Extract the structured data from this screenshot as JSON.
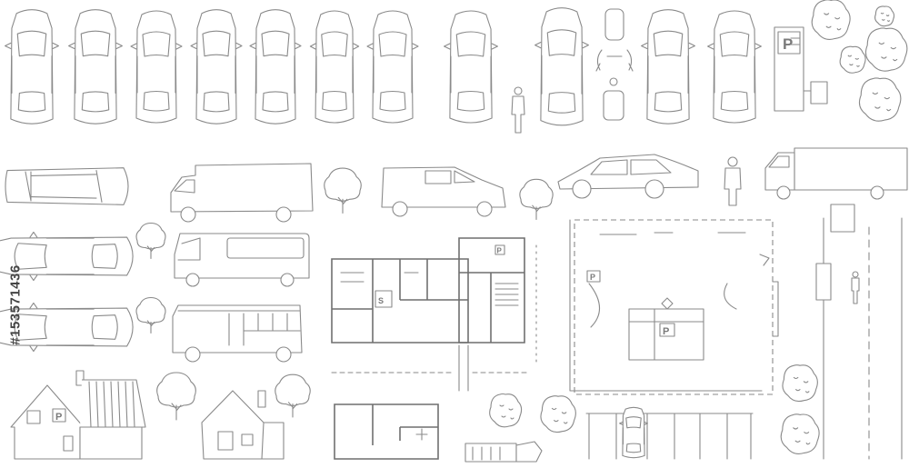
{
  "watermark": {
    "stock_id": "#153571436"
  },
  "signs": {
    "parking_letter": "P",
    "site_letter": "S"
  },
  "colors": {
    "line": "#8a8a8a",
    "dark_line": "#6f6f6f",
    "background": "#ffffff",
    "watermark_text": "#444444"
  },
  "sections": [
    {
      "id": "top-view-cars",
      "icon": "car-top-view-icon"
    },
    {
      "id": "side-view-vehicles",
      "icon": "vehicle-side-view-icon"
    },
    {
      "id": "people",
      "icon": "person-icon"
    },
    {
      "id": "trees",
      "icon": "tree-icon"
    },
    {
      "id": "houses",
      "icon": "house-icon"
    },
    {
      "id": "floor-plans",
      "icon": "floor-plan-icon"
    },
    {
      "id": "parking-lot-plan",
      "icon": "parking-lot-icon"
    }
  ]
}
